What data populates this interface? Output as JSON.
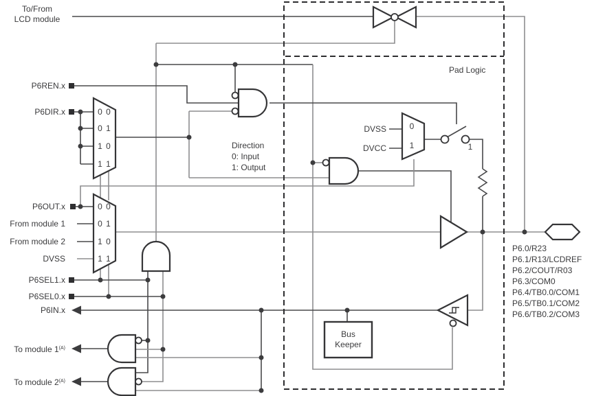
{
  "labels": {
    "lcd_line1": "To/From",
    "lcd_line2": "LCD module",
    "pad_logic": "Pad Logic",
    "p6ren": "P6REN.x",
    "p6dir": "P6DIR.x",
    "p6out": "P6OUT.x",
    "from_module_1": "From module 1",
    "from_module_2": "From module 2",
    "dvss_row": "DVSS",
    "p6sel1": "P6SEL1.x",
    "p6sel0": "P6SEL0.x",
    "p6in": "P6IN.x",
    "to_module_1": "To module 1",
    "to_module_2": "To module 2",
    "footnote_marker": "(A)",
    "bus_keeper_line1": "Bus",
    "bus_keeper_line2": "Keeper"
  },
  "direction_note": {
    "line1": "Direction",
    "line2": "0: Input",
    "line3": "1: Output"
  },
  "pull_mux": {
    "in0_label": "DVSS",
    "in1_label": "DVCC",
    "row0": "0",
    "row1": "1",
    "switch_position": "1"
  },
  "direction_mux": {
    "rows": [
      "0 0",
      "0 1",
      "1 0",
      "1 1"
    ]
  },
  "output_mux": {
    "rows": [
      "0 0",
      "0 1",
      "1 0",
      "1 1"
    ]
  },
  "pins": [
    "P6.0/R23",
    "P6.1/R13/LCDREF",
    "P6.2/COUT/R03",
    "P6.3/COM0",
    "P6.4/TB0.0/COM1",
    "P6.5/TB0.1/COM2",
    "P6.6/TB0.2/COM3"
  ],
  "colors": {
    "ink": "#3a3a3c",
    "wire_dark": "#48484a",
    "wire_gray": "#8d8d8f",
    "background": "#ffffff"
  }
}
